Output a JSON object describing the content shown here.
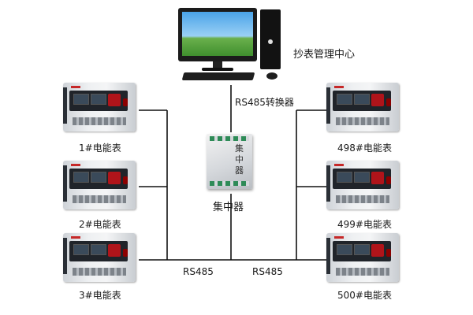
{
  "diagram": {
    "pc_label": "抄表管理中心",
    "converter_label": "RS485转换器",
    "concentrator_label": "集中器",
    "concentrator_device_text": "集中器",
    "bus_left_label": "RS485",
    "bus_right_label": "RS485",
    "meters_left": [
      {
        "label": "1#电能表"
      },
      {
        "label": "2#电能表"
      },
      {
        "label": "3#电能表"
      }
    ],
    "meters_right": [
      {
        "label": "498#电能表"
      },
      {
        "label": "499#电能表"
      },
      {
        "label": "500#电能表"
      }
    ],
    "line_color": "#111111"
  }
}
